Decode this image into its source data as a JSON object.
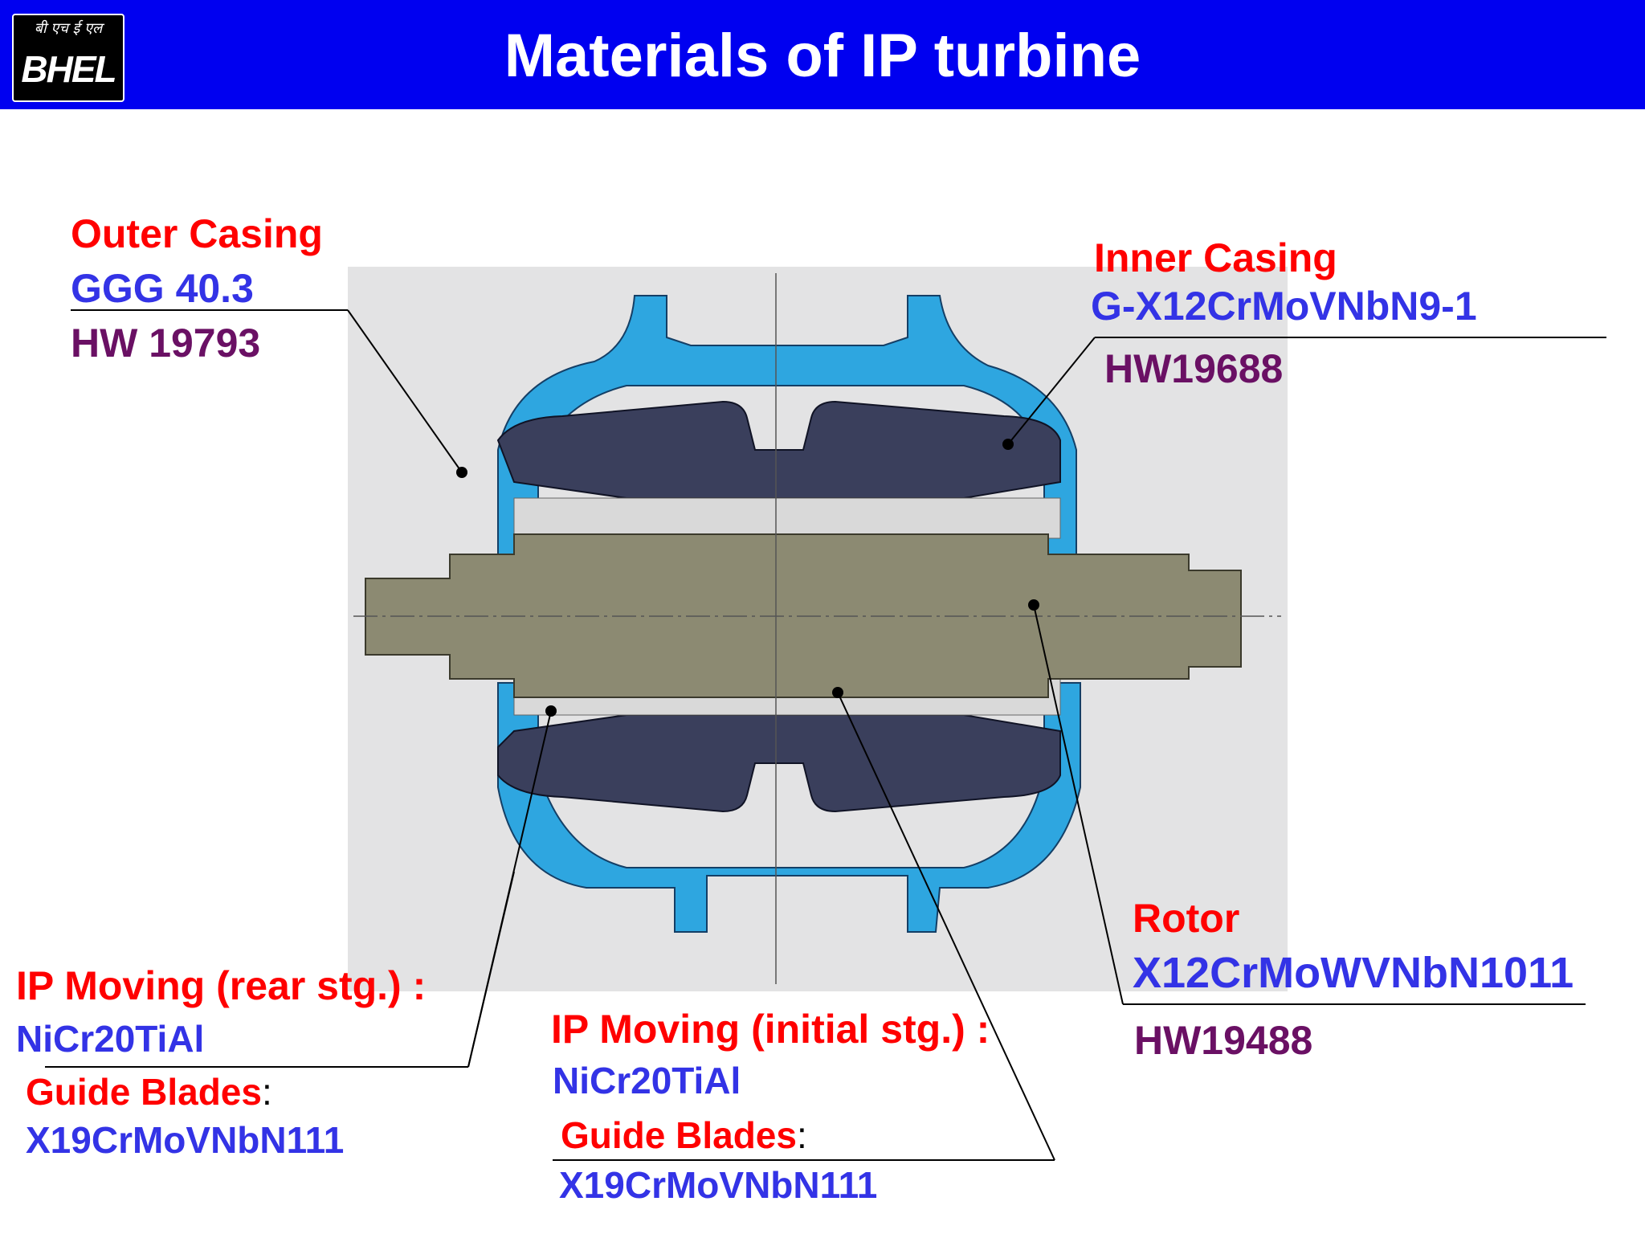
{
  "header": {
    "title": "Materials of IP turbine",
    "logo_hindi": "बी एच ई एल",
    "logo_text": "BHEL"
  },
  "outer_casing": {
    "label": "Outer Casing",
    "material": "GGG 40.3",
    "code": "HW 19793"
  },
  "inner_casing": {
    "label": "Inner Casing",
    "material": "G-X12CrMoVNbN9-1",
    "code": "HW19688"
  },
  "rotor": {
    "label": "Rotor",
    "material": "X12CrMoWVNbN1011",
    "code": "HW19488"
  },
  "ip_moving_rear": {
    "label": "IP Moving (rear stg.) :",
    "material": "NiCr20TiAl",
    "guide_label": "Guide Blades",
    "guide_colon": ":",
    "guide_material": "X19CrMoVNbN111"
  },
  "ip_moving_initial": {
    "label": "IP Moving (initial stg.) :",
    "material": "NiCr20TiAl",
    "guide_label": "Guide Blades",
    "guide_colon": ":",
    "guide_material": "X19CrMoVNbN111"
  },
  "colors": {
    "header_bg": "#0000f0",
    "label_red": "#ff0000",
    "material_blue": "#3333e6",
    "code_purple": "#6a1064",
    "casing_blue": "#2ea6e0",
    "inner_casing": "#3a3f5c",
    "rotor": "#8c8a72"
  }
}
